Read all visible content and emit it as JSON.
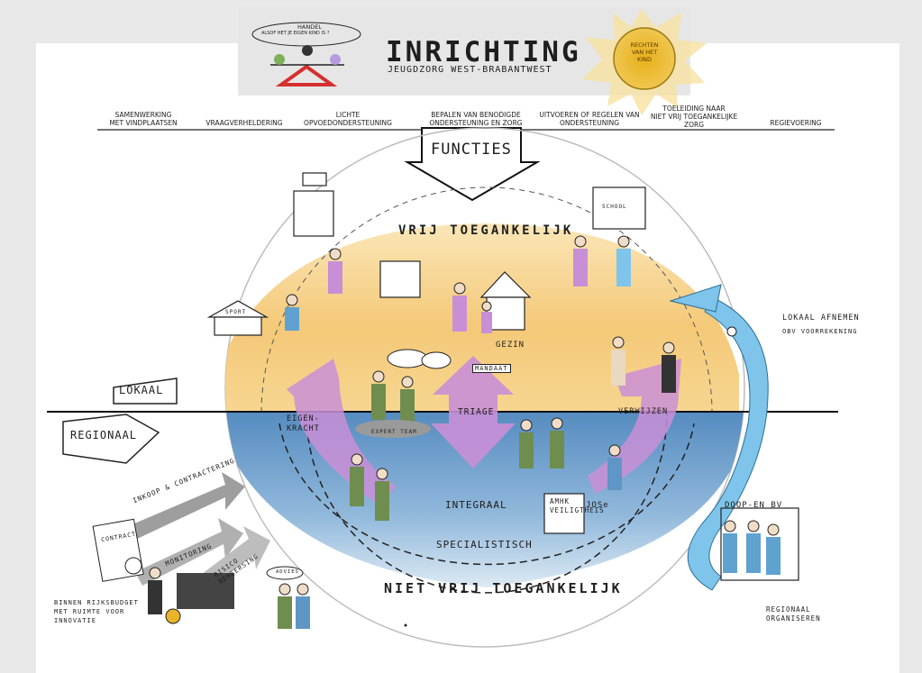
{
  "header": {
    "title": "INRICHTING",
    "subtitle": "JEUGDZORG WEST-BRABANTWEST",
    "sun_label": "RECHTEN\nVAN HET\nKIND",
    "scale_title": "HANDEL",
    "scale_caption": "ALSOF HET JE EIGEN KIND IS ?"
  },
  "functions": [
    "SAMENWERKING\nMET VINDPLAATSEN",
    "VRAAGVERHELDERING",
    "LICHTE\nOPVOEDONDERSTEUNING",
    "BEPALEN VAN BENODIGDE\nONDERSTEUNING EN ZORG",
    "UITVOEREN OF REGELEN VAN\nONDERSTEUNING",
    "TOELEIDING NAAR\nNIET VRIJ TOEGANKELIJKE\nZORG",
    "REGIEVOERING"
  ],
  "arrow_label": "FUNCTIES",
  "circle": {
    "top_label": "VRIJ TOEGANKELIJK",
    "bottom_label": "NIET VRIJ TOEGANKELIJK",
    "eigenkracht": "EIGEN-\nKRACHT",
    "triage": "TRIAGE",
    "verwijzen": "VERWIJZEN",
    "integraal": "INTEGRAAL",
    "specialistisch": "SPECIALISTISCH",
    "gezin": "GEZIN",
    "mandaat": "MANDAAT",
    "expert_team": "EXPERT TEAM",
    "amhk": "AMHK\nVEILIGTHEIS",
    "jose": "JOSe",
    "school": "SCHOOL",
    "sport": "SPORT"
  },
  "levels": {
    "lokaal": "LOKAAL",
    "regionaal": "REGIONAAL"
  },
  "right": {
    "lokaal_afnemen": "LOKAAL AFNEMEN",
    "obv": "OBV VOORREKENING",
    "doop": "DOOP-EN BV",
    "regionaal_organiseren": "REGIONAAL\nORGANISEREN"
  },
  "left": {
    "inkoop": "INKOOP & CONTRACTERING",
    "monitoring": "MONITORING",
    "risico": "RISICO\nBEHEERSING",
    "contract": "CONTRACT",
    "budget_note": "BINNEN RIJKSBUDGET\nMET RUIMTE VOOR\nINNOVATIE",
    "advies": "ADVIES"
  },
  "colors": {
    "upper": "#f4c978",
    "lower": "#5f96c6",
    "purple": "#c98fd6",
    "green": "#6f8d4f",
    "blue_arrow": "#7fc4ea",
    "sun": "#e7b42a"
  }
}
